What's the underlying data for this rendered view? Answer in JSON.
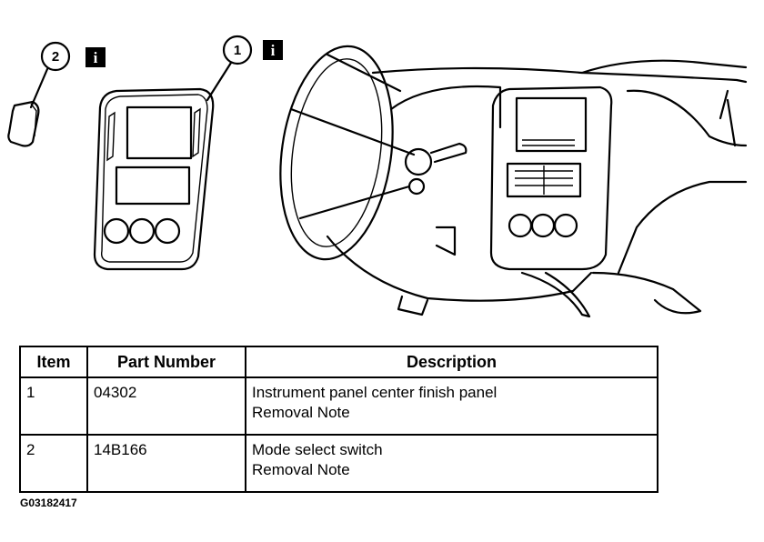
{
  "callouts": [
    {
      "number": "2",
      "info_label": "i"
    },
    {
      "number": "1",
      "info_label": "i"
    }
  ],
  "table": {
    "headers": [
      "Item",
      "Part Number",
      "Description"
    ],
    "rows": [
      {
        "item": "1",
        "part_number": "04302",
        "description": [
          "Instrument panel center finish panel",
          "Removal Note"
        ]
      },
      {
        "item": "2",
        "part_number": "14B166",
        "description": [
          "Mode select switch",
          "Removal Note"
        ]
      }
    ]
  },
  "figure_id": "G03182417",
  "colors": {
    "line": "#000000",
    "background": "#ffffff"
  }
}
